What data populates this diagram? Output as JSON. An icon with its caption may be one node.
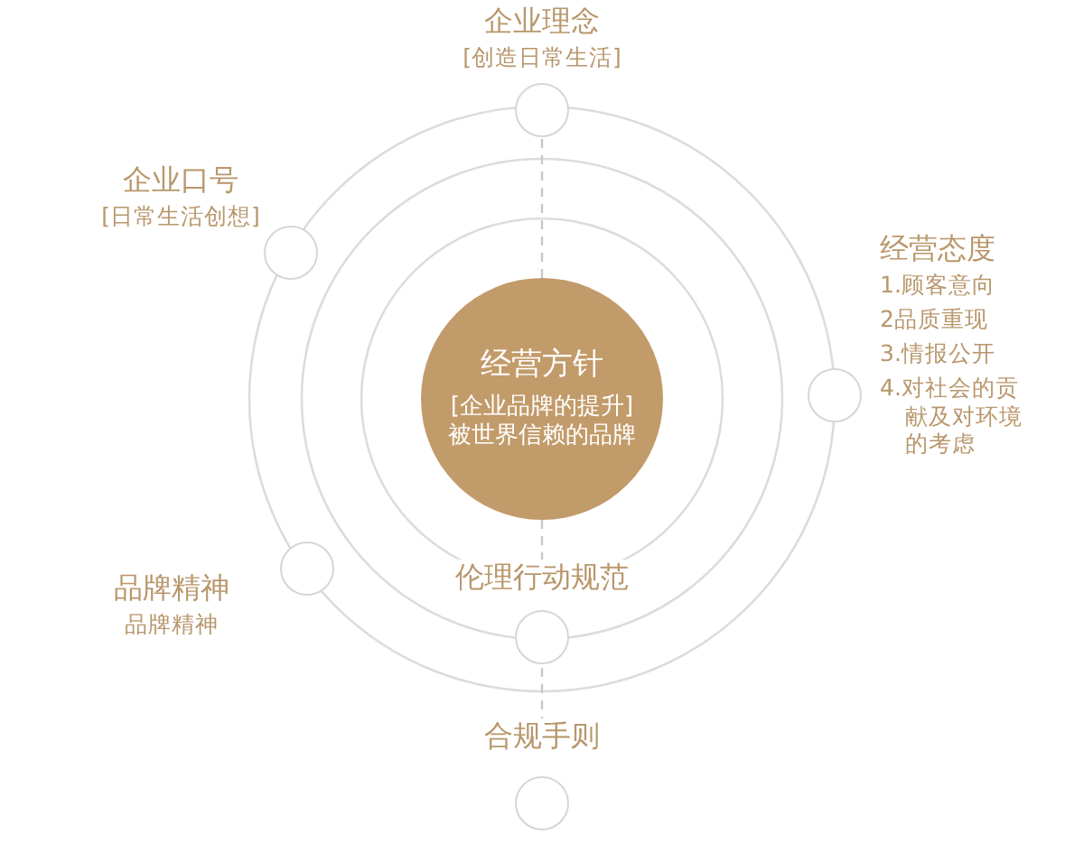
{
  "diagram": {
    "nodes": [
      {
        "text": [
          "经营方针",
          "[企业品牌的提升] 被世界信赖的品牌"
        ]
      },
      {
        "text": [
          "企业理念",
          "[创造日常生活]"
        ]
      },
      {
        "text": [
          "企业口号",
          "[日常生活创想]"
        ]
      },
      {
        "text": [
          "经营态度",
          "1.顾客意向",
          "2品质重现",
          "3.情报公开",
          "4.对社会的贡献及对环境的考虑"
        ]
      },
      {
        "text": [
          "品牌精神",
          "品牌精神"
        ]
      },
      {
        "text": [
          "伦理行动规范"
        ]
      },
      {
        "text": [
          "合规手则"
        ]
      }
    ],
    "edges": [
      {
        "from": 1,
        "to": 0,
        "arrow": "none",
        "style": "dashed"
      },
      {
        "from": 0,
        "to": 5,
        "arrow": "none",
        "style": "dashed"
      },
      {
        "from": 5,
        "to": 6,
        "arrow": "none",
        "style": "dashed"
      }
    ]
  }
}
